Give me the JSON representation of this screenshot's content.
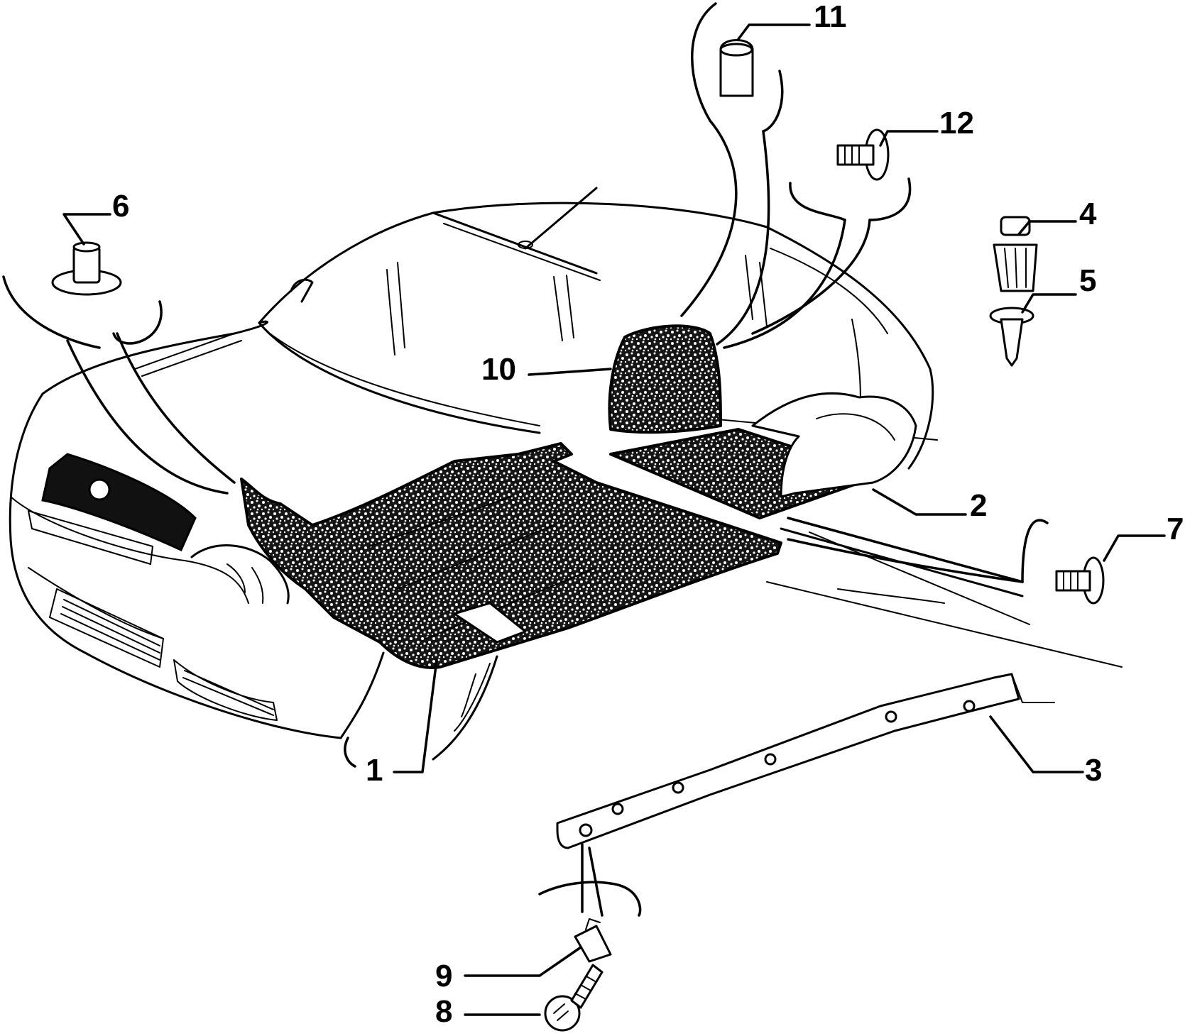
{
  "diagram": {
    "callouts": [
      {
        "id": "1",
        "label": "1"
      },
      {
        "id": "2",
        "label": "2"
      },
      {
        "id": "3",
        "label": "3"
      },
      {
        "id": "4",
        "label": "4"
      },
      {
        "id": "5",
        "label": "5"
      },
      {
        "id": "6",
        "label": "6"
      },
      {
        "id": "7",
        "label": "7"
      },
      {
        "id": "8",
        "label": "8"
      },
      {
        "id": "9",
        "label": "9"
      },
      {
        "id": "10",
        "label": "10"
      },
      {
        "id": "11",
        "label": "11"
      },
      {
        "id": "12",
        "label": "12"
      }
    ],
    "colors": {
      "ink": "#000000",
      "paper": "#ffffff"
    }
  }
}
